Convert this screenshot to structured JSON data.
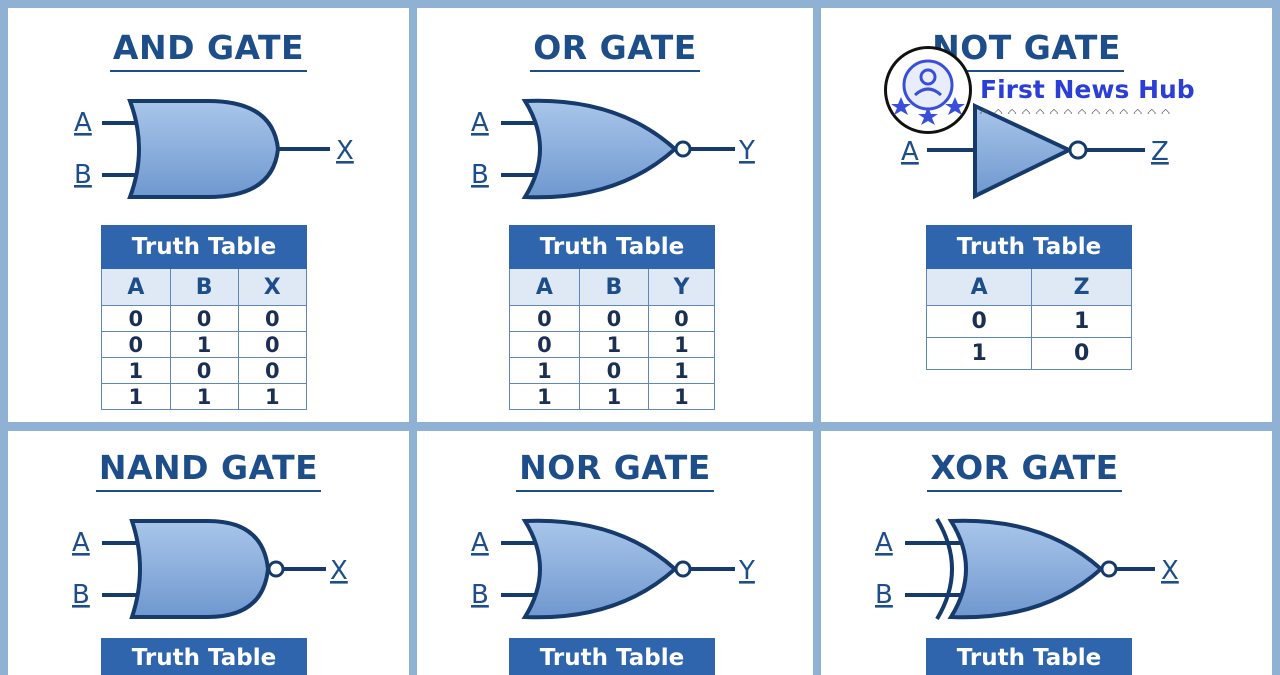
{
  "panels": [
    {
      "title": "AND GATE",
      "inputs": [
        "A",
        "B"
      ],
      "output": "X",
      "table": {
        "caption": "Truth Table",
        "headers": [
          "A",
          "B",
          "X"
        ],
        "rows": [
          [
            "0",
            "0",
            "0"
          ],
          [
            "0",
            "1",
            "0"
          ],
          [
            "1",
            "0",
            "0"
          ],
          [
            "1",
            "1",
            "1"
          ]
        ]
      }
    },
    {
      "title": "OR GATE",
      "inputs": [
        "A",
        "B"
      ],
      "output": "Y",
      "table": {
        "caption": "Truth Table",
        "headers": [
          "A",
          "B",
          "Y"
        ],
        "rows": [
          [
            "0",
            "0",
            "0"
          ],
          [
            "0",
            "1",
            "1"
          ],
          [
            "1",
            "0",
            "1"
          ],
          [
            "1",
            "1",
            "1"
          ]
        ]
      }
    },
    {
      "title": "NOT GATE",
      "inputs": [
        "A"
      ],
      "output": "Z",
      "table": {
        "caption": "Truth Table",
        "headers": [
          "A",
          "Z"
        ],
        "rows": [
          [
            "0",
            "1"
          ],
          [
            "1",
            "0"
          ]
        ]
      }
    },
    {
      "title": "NAND GATE",
      "inputs": [
        "A",
        "B"
      ],
      "output": "X",
      "table": {
        "caption": "Truth Table"
      }
    },
    {
      "title": "NOR GATE",
      "inputs": [
        "A",
        "B"
      ],
      "output": "Y",
      "table": {
        "caption": "Truth Table"
      }
    },
    {
      "title": "XOR GATE",
      "inputs": [
        "A",
        "B"
      ],
      "output": "X",
      "table": {
        "caption": "Truth Table"
      }
    }
  ],
  "watermark": {
    "text": "First News Hub"
  },
  "colors": {
    "border": "#8fb1d3",
    "title": "#1d4e8a",
    "gate_fill": "#8fb2dd",
    "gate_stroke": "#153a6b",
    "table_header": "#2f65ad"
  }
}
